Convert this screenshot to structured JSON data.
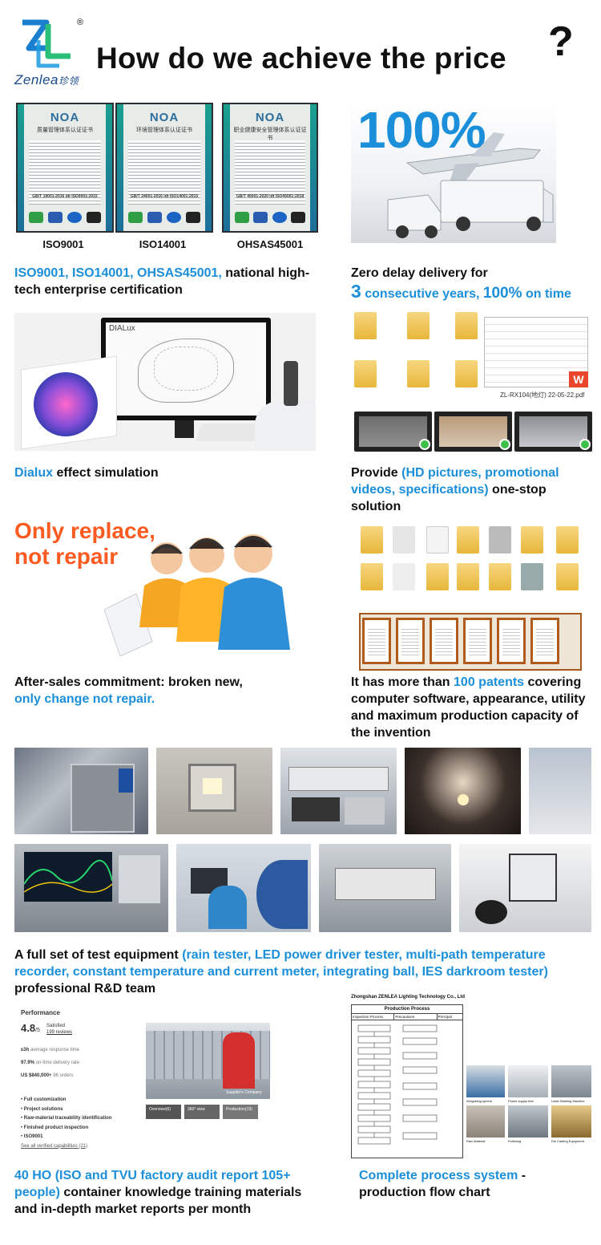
{
  "header": {
    "brand_name": "Zenlea",
    "brand_cn": "珍领",
    "registered_mark": "®",
    "title": "How do we achieve the price",
    "question_mark": "?"
  },
  "certs": {
    "items": [
      {
        "caption": "ISO9001",
        "logo": "NOA",
        "doc_title": "质量管理体系认证证书",
        "std": "GB/T 19001-2016 idt ISO9001:2015"
      },
      {
        "caption": "ISO14001",
        "logo": "NOA",
        "doc_title": "环境管理体系认证证书",
        "std": "GB/T 24001-2016 idt ISO14001:2015"
      },
      {
        "caption": "OHSAS45001",
        "logo": "NOA",
        "doc_title": "职业健康安全管理体系认证证书",
        "std": "GB/T 45001-2020 idt ISO45001:2018"
      }
    ],
    "heading_blue": "ISO9001, ISO14001, OHSAS45001,",
    "heading_rest": " national high-tech enterprise certification"
  },
  "delivery": {
    "big_text": "100%",
    "heading_line1": "Zero delay delivery for",
    "number": "3",
    "heading_blue": " consecutive years, ",
    "pct": "100%",
    "on_time": " on time"
  },
  "dialux": {
    "logo": "DIALux",
    "caption_blue": "Dialux",
    "caption_rest": " effect simulation"
  },
  "materials": {
    "pdf_name": "ZL-RX104(地灯) 22-05-22.pdf",
    "caption_pre": "Provide ",
    "caption_blue": "(HD pictures, promotional videos, specifications)",
    "caption_rest": " one-stop solution"
  },
  "aftersales": {
    "slogan_line1": "Only replace,",
    "slogan_line2": "not repair",
    "caption_line1": "After-sales commitment: broken new,",
    "caption_blue": "only change not repair."
  },
  "patents": {
    "caption_pre": "It has more than ",
    "caption_blue": "100 patents",
    "caption_rest": " covering computer software, appearance, utility and maximum production capacity of the invention"
  },
  "equipment": {
    "caption_pre": "A full set of test equipment ",
    "caption_blue": "(rain tester, LED power driver tester, multi-path temperature recorder, constant temperature and current meter, integrating ball, IES darkroom tester)",
    "caption_rest": " professional R&D team"
  },
  "performance": {
    "title": "Performance",
    "rating": "4.8",
    "rating_unit": "/5",
    "satisfied": "Satisfied",
    "reviews": "199 reviews",
    "response_val": "≤3h",
    "response_lbl": "average response time",
    "ontime_val": "97.9%",
    "ontime_lbl": "on-time delivery rate",
    "orders_val": "US $840,000+",
    "orders_lbl": "96 orders",
    "capabilities": [
      "Full customization",
      "Project solutions",
      "Raw-material traceability identification",
      "Finished product inspection",
      "ISO9001"
    ],
    "see_all": "See all verified capabilities (21)",
    "video_tabs": [
      "Overview(6)",
      "360° view",
      "Production(19)"
    ],
    "video_label": "Supplier's Company",
    "caption_blue": "40 HO (ISO and TVU factory audit report 105+ people)",
    "caption_rest": " container knowledge training materials and in-depth market reports per month"
  },
  "process": {
    "company": "Zhongshan ZENLEA Lighting Technology Co., Ltd",
    "chart_title": "Production Process",
    "col_heads": [
      "Inspection Process",
      "Precautions",
      "Principal"
    ],
    "photo_labels": [
      "Integrating sphere",
      "Power supply test",
      "Laser Marking Machine",
      "Raw Material",
      "Polishing",
      "Die Casting Equipment"
    ],
    "caption_blue": "Complete process system",
    "caption_dash": " -",
    "caption_rest": "production flow chart"
  },
  "colors": {
    "accent_blue": "#1b8fd9",
    "accent_orange": "#ff5a1f"
  }
}
